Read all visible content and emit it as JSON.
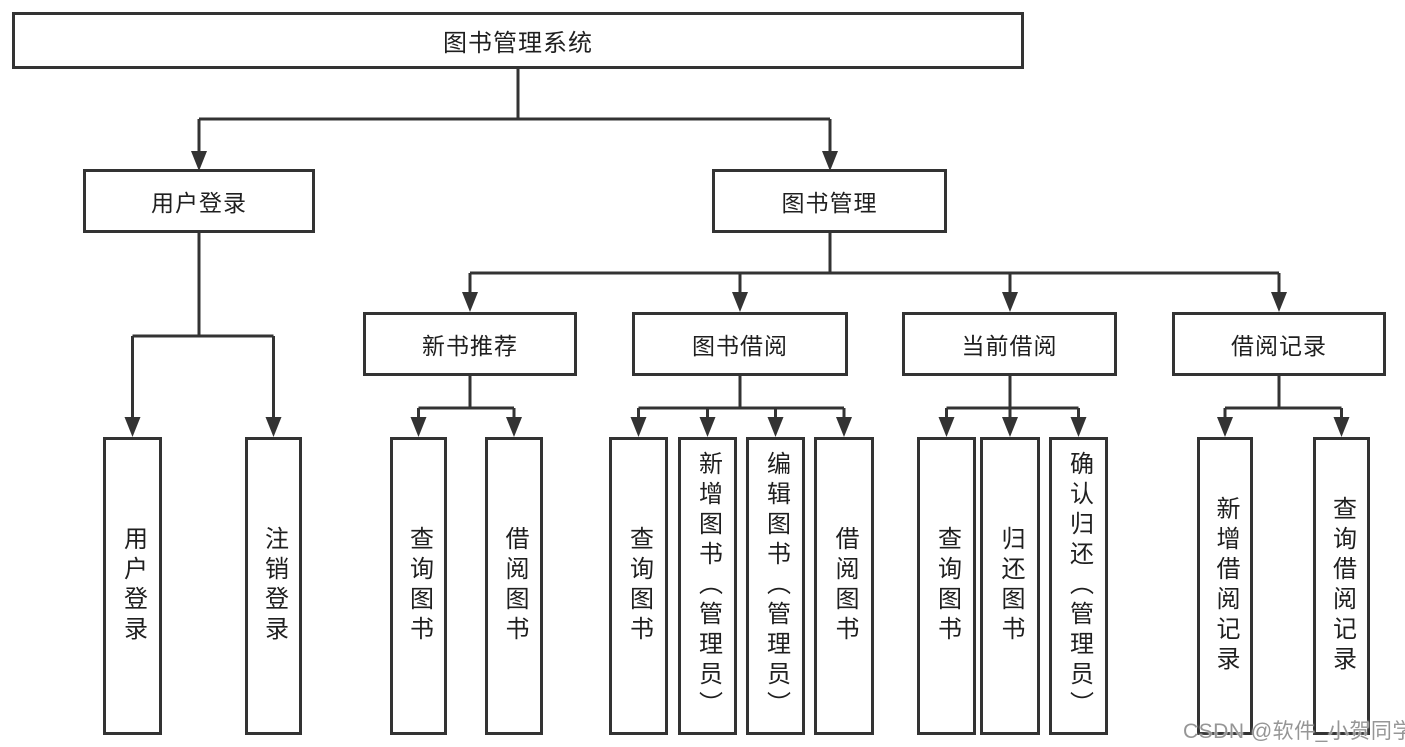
{
  "diagram": {
    "root": {
      "label": "图书管理系统",
      "children": [
        {
          "label": "用户登录",
          "children": [
            {
              "label": "用户登录"
            },
            {
              "label": "注销登录"
            }
          ]
        },
        {
          "label": "图书管理",
          "children": [
            {
              "label": "新书推荐",
              "children": [
                {
                  "label": "查询图书"
                },
                {
                  "label": "借阅图书"
                }
              ]
            },
            {
              "label": "图书借阅",
              "children": [
                {
                  "label": "查询图书"
                },
                {
                  "label": "新增图书（管理员）"
                },
                {
                  "label": "编辑图书（管理员）"
                },
                {
                  "label": "借阅图书"
                }
              ]
            },
            {
              "label": "当前借阅",
              "children": [
                {
                  "label": "查询图书"
                },
                {
                  "label": "归还图书"
                },
                {
                  "label": "确认归还（管理员）"
                }
              ]
            },
            {
              "label": "借阅记录",
              "children": [
                {
                  "label": "新增借阅记录"
                },
                {
                  "label": "查询借阅记录"
                }
              ]
            }
          ]
        }
      ]
    }
  },
  "watermark": {
    "text": "CSDN @软件_小贺同学"
  },
  "colors": {
    "line": "#333333",
    "text": "#1f1f1f",
    "box_fill": "#ffffff",
    "watermark": "#969696",
    "background": "#ffffff"
  }
}
